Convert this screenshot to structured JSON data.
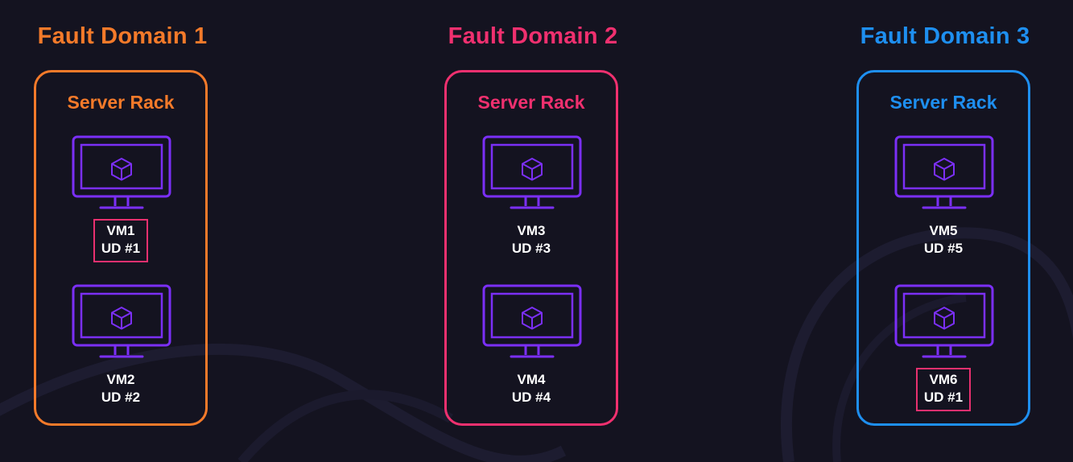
{
  "colors": {
    "background": "#141320",
    "monitor": "#7b2ff7",
    "highlight": "#e8306f",
    "vm_text": "#ffffff"
  },
  "domains": [
    {
      "title": "Fault Domain 1",
      "rack_title": "Server Rack",
      "color": "#f47a2a",
      "vms": [
        {
          "name": "VM1",
          "ud": "UD #1",
          "highlighted": true,
          "icon": "cube-icon"
        },
        {
          "name": "VM2",
          "ud": "UD #2",
          "highlighted": false,
          "icon": "cube-icon"
        }
      ]
    },
    {
      "title": "Fault Domain 2",
      "rack_title": "Server Rack",
      "color": "#f0306f",
      "vms": [
        {
          "name": "VM3",
          "ud": "UD #3",
          "highlighted": false,
          "icon": "cube-icon"
        },
        {
          "name": "VM4",
          "ud": "UD #4",
          "highlighted": false,
          "icon": "cube-icon"
        }
      ]
    },
    {
      "title": "Fault Domain 3",
      "rack_title": "Server Rack",
      "color": "#1e8ff0",
      "vms": [
        {
          "name": "VM5",
          "ud": "UD #5",
          "highlighted": false,
          "icon": "cube-icon"
        },
        {
          "name": "VM6",
          "ud": "UD #1",
          "highlighted": true,
          "icon": "cube-icon"
        }
      ]
    }
  ]
}
